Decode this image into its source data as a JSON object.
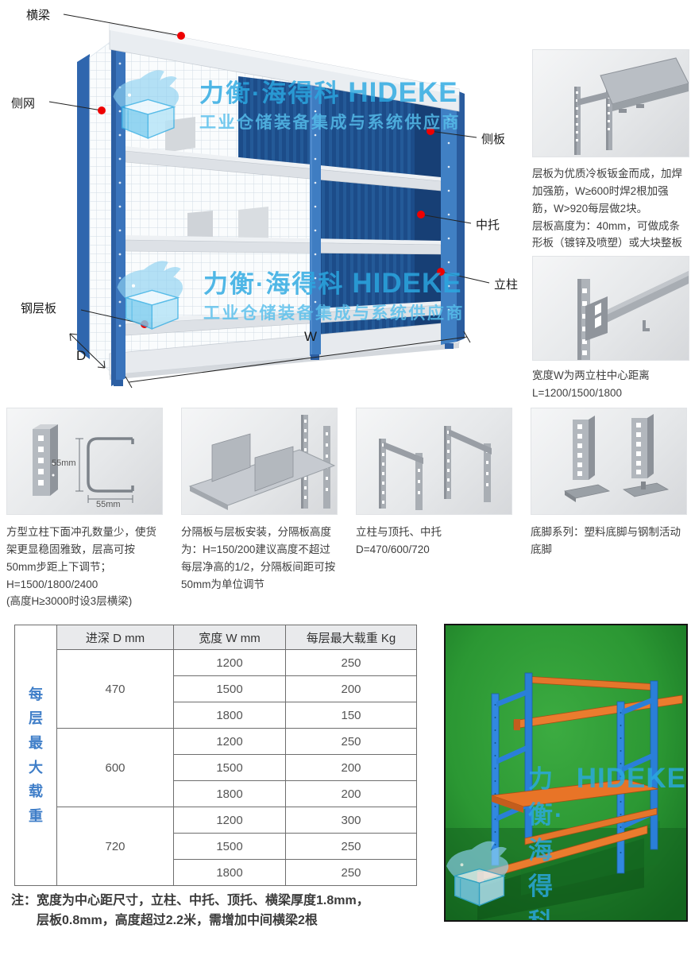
{
  "watermark": {
    "brand_cn": "力衡·海得科",
    "brand_en": "HIDEKE",
    "subtitle": "工业仓储装备集成与系统供应商"
  },
  "main_diagram": {
    "labels": {
      "beam": "横梁",
      "side_mesh": "侧网",
      "steel_shelf": "钢层板",
      "side_panel": "侧板",
      "mid_support": "中托",
      "upright": "立柱",
      "width": "W",
      "depth": "D"
    }
  },
  "right_column": {
    "block1": {
      "lines": [
        "层板为优质冷板钣金而成，加焊加强筋，W≥600时焊2根加强筋，W>920每层做2块。",
        "层板高度为：40mm，可做成条形板（镀锌及喷塑）或大块整板"
      ]
    },
    "block2": {
      "lines": [
        "宽度W为两立柱中心距离",
        "L=1200/1500/1800"
      ]
    }
  },
  "feature_panels": {
    "p1": {
      "dim_v": "55mm",
      "dim_h": "55mm",
      "lines": [
        "方型立柱下面冲孔数量少，使货架更显稳固雅致，层高可按50mm步距上下调节；H=1500/1800/2400",
        "(高度H≥3000时设3层横梁)"
      ]
    },
    "p2": {
      "lines": [
        "分隔板与层板安装，分隔板高度为：H=150/200建议高度不超过每层净高的1/2，分隔板间距可按50mm为单位调节"
      ]
    },
    "p3": {
      "lines": [
        "立柱与顶托、中托",
        "D=470/600/720"
      ]
    },
    "p4": {
      "lines": [
        "底脚系列：塑料底脚与钢制活动底脚"
      ]
    }
  },
  "table": {
    "side_label": "每层最大载重",
    "headers": [
      "进深 D mm",
      "宽度 W mm",
      "每层最大载重 Kg"
    ],
    "groups": [
      {
        "depth": "470",
        "rows": [
          [
            "1200",
            "250"
          ],
          [
            "1500",
            "200"
          ],
          [
            "1800",
            "150"
          ]
        ]
      },
      {
        "depth": "600",
        "rows": [
          [
            "1200",
            "250"
          ],
          [
            "1500",
            "200"
          ],
          [
            "1800",
            "200"
          ]
        ]
      },
      {
        "depth": "720",
        "rows": [
          [
            "1200",
            "300"
          ],
          [
            "1500",
            "250"
          ],
          [
            "1800",
            "250"
          ]
        ]
      }
    ]
  },
  "note": {
    "prefix": "注：",
    "lines": [
      "宽度为中心距尺寸，立柱、中托、顶托、横梁厚度1.8mm，",
      "层板0.8mm，高度超过2.2米，需增加中间横梁2根"
    ]
  },
  "colors": {
    "accent_blue": "#3f7ec8",
    "watermark_blue": "#2ba9e2",
    "upright_blue": "#3a74bc",
    "panel_dark_blue": "#1c4c89",
    "shelf_gray": "#e7eaee",
    "orange": "#e4762b",
    "green_bg": "#2f9e2e",
    "red_dot": "#ee0000"
  }
}
